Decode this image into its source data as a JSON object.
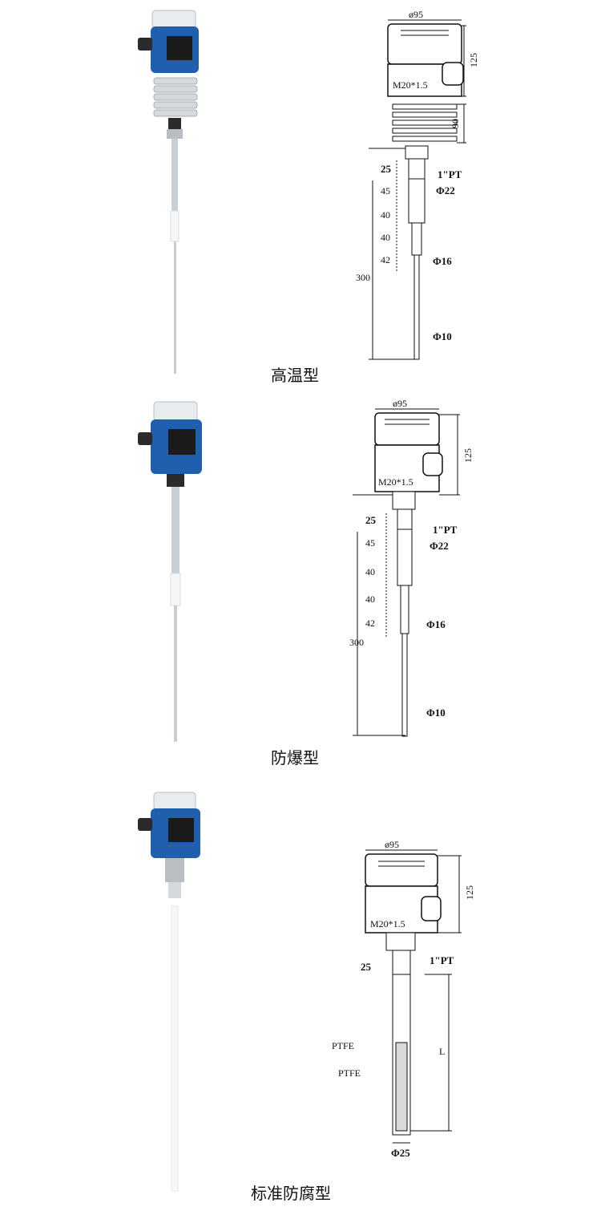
{
  "panels": [
    {
      "caption": "高温型",
      "labels": {
        "width": "ø95",
        "height": "125",
        "fin": "90",
        "thread": "M20*1.5",
        "pt": "1\"PT",
        "d22": "Φ22",
        "d16": "Φ16",
        "d10": "Φ10",
        "s25": "25",
        "s45": "45",
        "s40a": "40",
        "s40b": "40",
        "s42": "42",
        "total": "300"
      }
    },
    {
      "caption": "防爆型",
      "labels": {
        "width": "ø95",
        "height": "125",
        "thread": "M20*1.5",
        "pt": "1\"PT",
        "d22": "Φ22",
        "d16": "Φ16",
        "d10": "Φ10",
        "s25": "25",
        "s45": "45",
        "s40a": "40",
        "s40b": "40",
        "s42": "42",
        "total": "300"
      }
    },
    {
      "caption": "标准防腐型",
      "labels": {
        "width": "ø95",
        "height": "125",
        "thread": "M20*1.5",
        "pt": "1\"PT",
        "s25": "25",
        "ptfe1": "PTFE",
        "ptfe2": "PTFE",
        "len": "L",
        "d25": "Φ25"
      }
    }
  ],
  "colors": {
    "housing_blue": "#1f5fae",
    "cap_white": "#e9ecef",
    "steel": "#c9ced3",
    "line": "#111111"
  }
}
